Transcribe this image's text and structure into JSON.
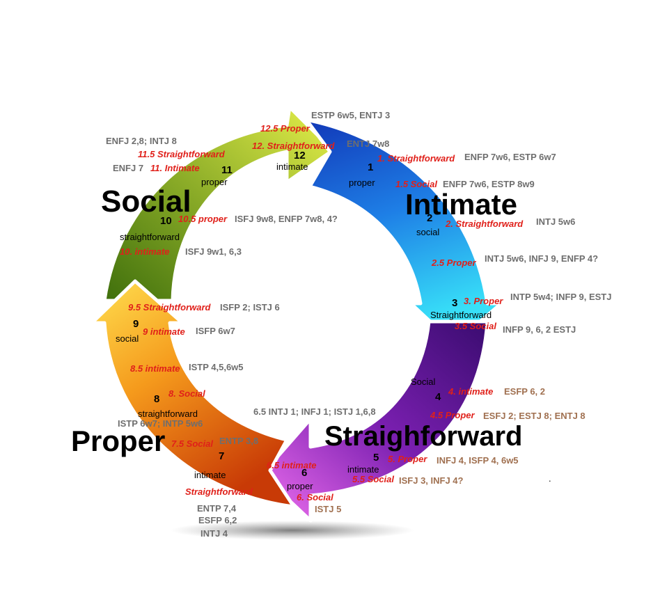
{
  "quadrants": {
    "social": "Social",
    "intimate": "Intimate",
    "straightforward": "Straighforward",
    "proper": "Proper"
  },
  "numbers": {
    "n1": "1",
    "n2": "2",
    "n3": "3",
    "n4": "4",
    "n5": "5",
    "n6": "6",
    "n7": "7",
    "n8": "8",
    "n9": "9",
    "n10": "10",
    "n11": "11",
    "n12": "12"
  },
  "modes": {
    "m1": "proper",
    "m2": "social",
    "m3": "Straightforward",
    "m4": "Social",
    "m5": "intimate",
    "m6": "proper",
    "m7": "intimate",
    "m8": "straightforward",
    "m9": "social",
    "m10": "straightforward",
    "m11": "proper",
    "m12": "intimate"
  },
  "transitions": {
    "t12_5": "12.5 Proper",
    "t12": "12. Straightforward",
    "t1": "1. Straightforward",
    "t1_5": "1.5 Social",
    "t2": "2. Straightforward",
    "t2_5": "2.5 Proper",
    "t3": "3. Proper",
    "t3_5": "3.5 Social",
    "t4": "4. intimate",
    "t4_5": "4.5 Proper",
    "t5": "5. Proper",
    "t5_5": "5.5 Social",
    "t6": "6. Social",
    "t6_5": "6.5 intimate",
    "t7": "Straightforward",
    "t7_5": "7.5 Social",
    "t8": "8. Social",
    "t8_5": "8.5 intimate",
    "t9": "9 intimate",
    "t9_5": "9.5 Straightforward",
    "t10": "10. intimate",
    "t10_5": "10.5 proper",
    "t11": "11. Intimate",
    "t11_5": "11.5 Straightforward"
  },
  "types": {
    "ty12_5": "ESTP 6w5, ENTJ 3",
    "ty12": "ENTJ 7w8",
    "ty1": "ENFP 7w6, ESTP 6w7",
    "ty1_5": "ENFP 7w6, ESTP 8w9",
    "ty2": "INTJ 5w6",
    "ty2_5": "INTJ 5w6, INFJ 9, ENFP 4?",
    "ty3": "INTP 5w4;  INFP 9, ESTJ",
    "ty3_5": "INFP 9, 6, 2 ESTJ",
    "ty4": "ESFP  6, 2",
    "ty4_5": "ESFJ 2; ESTJ 8; ENTJ 8",
    "ty5": "INFJ 4, ISFP 4, 6w5",
    "ty5_5": "ISFJ 3, INFJ 4?",
    "ty6": "ISTJ 5",
    "ty6_5": "6.5 INTJ 1; INFJ 1; ISTJ 1,6,8",
    "ty7a": "ENTP 7,4",
    "ty7b": "ESFP 6,2",
    "ty7c": "INTJ 4",
    "ty7_5": "ENTP 3,8",
    "ty8": "ISTP 6w7; INTP 5w6",
    "ty8_5": "ISTP 4,5,6w5",
    "ty9": "ISFP 6w7",
    "ty9_5": "ISFP 2; ISTJ 6",
    "ty10": "ISFJ 9w1, 6,3",
    "ty10_5": "ISFJ 9w8, ENFP 7w8, 4?",
    "ty11": "ENFJ 7",
    "ty11_5": "ENFJ 2,8; INTJ 8"
  },
  "misc": {
    "dot": "."
  },
  "colors": {
    "social": "#8fb32a",
    "intimate": "#1e7fe6",
    "straightforward": "#7a1fb0",
    "proper": "#ee7a10",
    "transition_text": "#e0201a",
    "type_text": "#6e6e6e",
    "type_text_alt": "#a07050"
  }
}
